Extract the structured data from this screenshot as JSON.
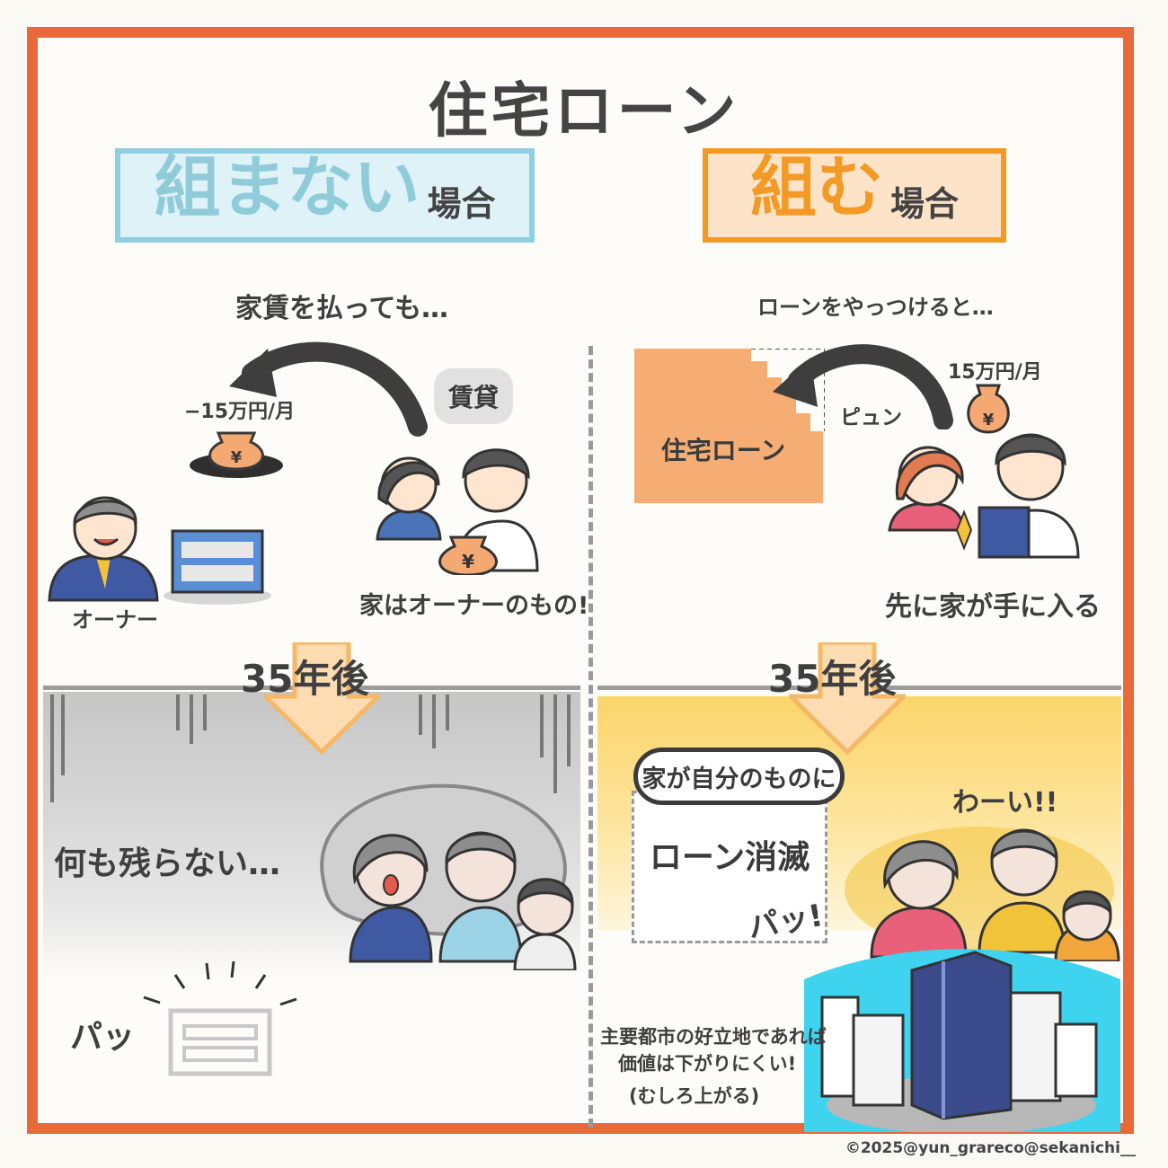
{
  "title": "住宅ローン",
  "left": {
    "header_big": "組まない",
    "header_small": "場合",
    "caption_top": "家賃を払っても…",
    "rent_chip": "賃貸",
    "minus_rent": "−15万円/月",
    "owner_label": "オーナー",
    "owner_house_note": "家はオーナーのもの!",
    "years_label": "35年後",
    "nothing_left": "何も残らない…",
    "vanish_sfx": "パッ"
  },
  "right": {
    "header_big": "組む",
    "header_small": "場合",
    "caption_top": "ローンをやっつけると…",
    "monthly": "15万円/月",
    "loan_block": "住宅ローン",
    "pyun_sfx": "ピュン",
    "get_house_first": "先に家が手に入る",
    "years_label": "35年後",
    "speech_bubble": "家が自分のものに",
    "loan_cleared": "ローン消滅",
    "pa_sfx": "パッ!",
    "cheer": "わーい!!",
    "value_note_1": "主要都市の好立地であれば",
    "value_note_2": "価値は下がりにくい!",
    "value_note_3": "(むしろ上がる)"
  },
  "credit": "©2025@yun_grareco@sekanichi__",
  "colors": {
    "frame": "#e8693a",
    "left_accent": "#8ecfe0",
    "right_accent": "#f39a25"
  }
}
